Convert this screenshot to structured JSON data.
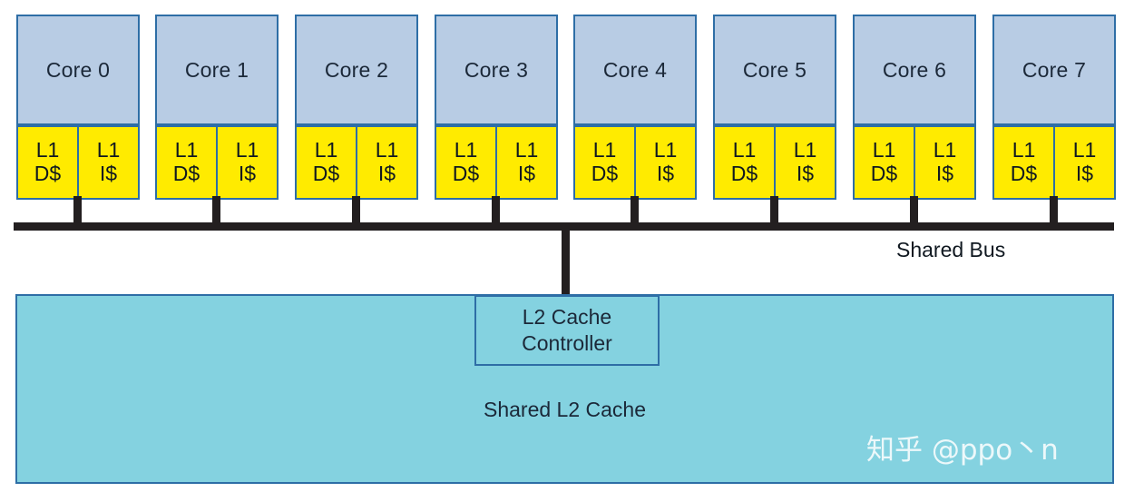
{
  "diagram": {
    "title": "Multicore cache hierarchy with shared bus and shared L2 cache",
    "colors": {
      "core_fill": "#b8cce4",
      "l1_fill": "#ffeb00",
      "l2_fill": "#84d2e0",
      "border": "#2e6ea6",
      "bus": "#231f20",
      "text": "#1b2838",
      "background": "#ffffff"
    },
    "cores": [
      {
        "label": "Core 0",
        "l1_data": {
          "line1": "L1",
          "line2": "D$"
        },
        "l1_instr": {
          "line1": "L1",
          "line2": "I$"
        }
      },
      {
        "label": "Core 1",
        "l1_data": {
          "line1": "L1",
          "line2": "D$"
        },
        "l1_instr": {
          "line1": "L1",
          "line2": "I$"
        }
      },
      {
        "label": "Core 2",
        "l1_data": {
          "line1": "L1",
          "line2": "D$"
        },
        "l1_instr": {
          "line1": "L1",
          "line2": "I$"
        }
      },
      {
        "label": "Core 3",
        "l1_data": {
          "line1": "L1",
          "line2": "D$"
        },
        "l1_instr": {
          "line1": "L1",
          "line2": "I$"
        }
      },
      {
        "label": "Core 4",
        "l1_data": {
          "line1": "L1",
          "line2": "D$"
        },
        "l1_instr": {
          "line1": "L1",
          "line2": "I$"
        }
      },
      {
        "label": "Core 5",
        "l1_data": {
          "line1": "L1",
          "line2": "D$"
        },
        "l1_instr": {
          "line1": "L1",
          "line2": "I$"
        }
      },
      {
        "label": "Core 6",
        "l1_data": {
          "line1": "L1",
          "line2": "D$"
        },
        "l1_instr": {
          "line1": "L1",
          "line2": "I$"
        }
      },
      {
        "label": "Core 7",
        "l1_data": {
          "line1": "L1",
          "line2": "D$"
        },
        "l1_instr": {
          "line1": "L1",
          "line2": "I$"
        }
      }
    ],
    "bus": {
      "label": "Shared Bus"
    },
    "l2_controller": {
      "line1": "L2 Cache",
      "line2": "Controller"
    },
    "l2_cache": {
      "label": "Shared L2 Cache"
    },
    "watermark": {
      "text": "知乎 @ppo丶n"
    }
  }
}
